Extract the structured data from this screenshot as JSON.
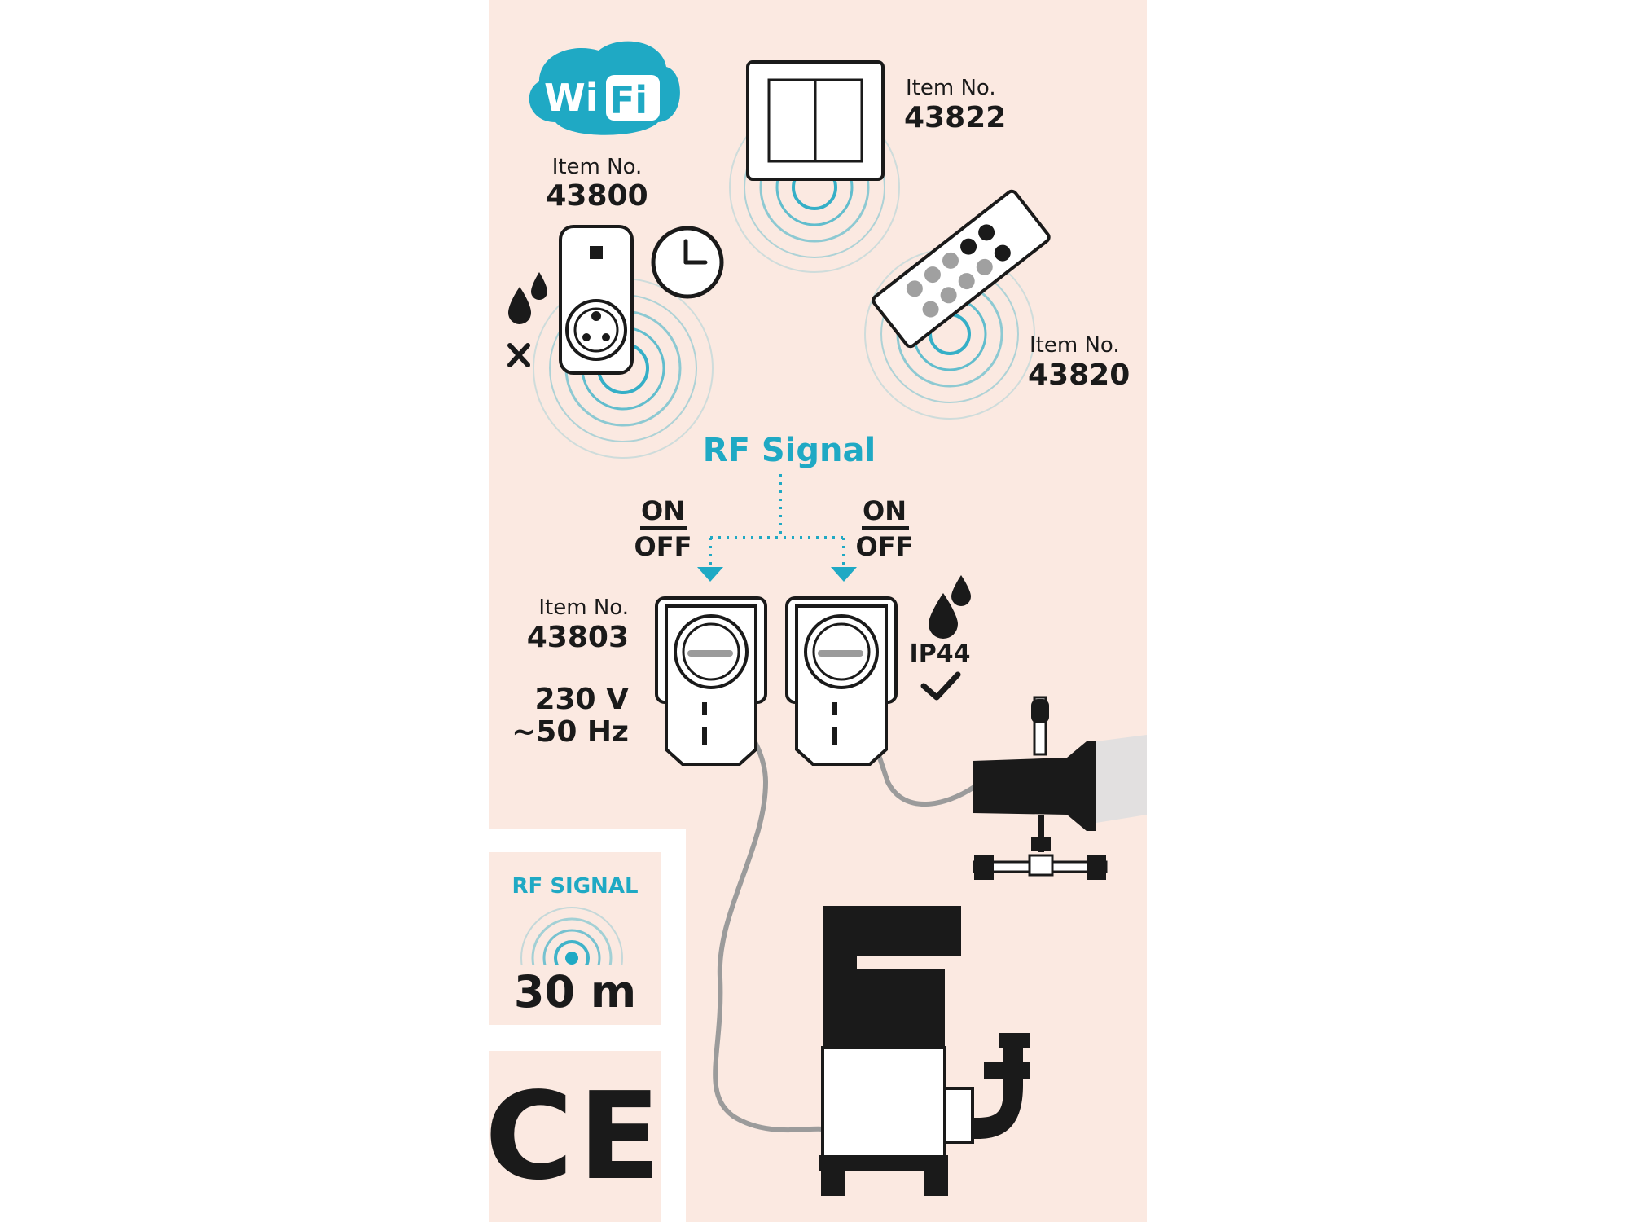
{
  "colors": {
    "panel": "#fbe9e1",
    "accent": "#1fa9c4",
    "ink": "#1a1a1a",
    "cable": "#9b9b9b",
    "white": "#ffffff"
  },
  "wifi": {
    "logo_text_left": "Wi",
    "logo_text_right": "Fi"
  },
  "devices": {
    "socket_timer": {
      "item_label": "Item No.",
      "item_number": "43800",
      "icons": [
        "water-drops-icon",
        "cross-icon",
        "clock-icon"
      ]
    },
    "wall_switch": {
      "item_label": "Item No.",
      "item_number": "43822"
    },
    "remote": {
      "item_label": "Item No.",
      "item_number": "43820"
    },
    "outdoor_socket": {
      "item_label": "Item No.",
      "item_number": "43803",
      "voltage": "230 V",
      "frequency": "~50 Hz"
    }
  },
  "signal": {
    "title": "RF Signal",
    "left_on": "ON",
    "left_off": "OFF",
    "right_on": "ON",
    "right_off": "OFF"
  },
  "protection": {
    "rating": "IP44",
    "icons": [
      "water-drops-icon",
      "checkmark-icon"
    ]
  },
  "range_box": {
    "title": "RF SIGNAL",
    "range": "30 m"
  },
  "ce_mark": {
    "text": "CE"
  },
  "appliances": [
    "floodlight-icon",
    "submersible-pump-icon"
  ]
}
